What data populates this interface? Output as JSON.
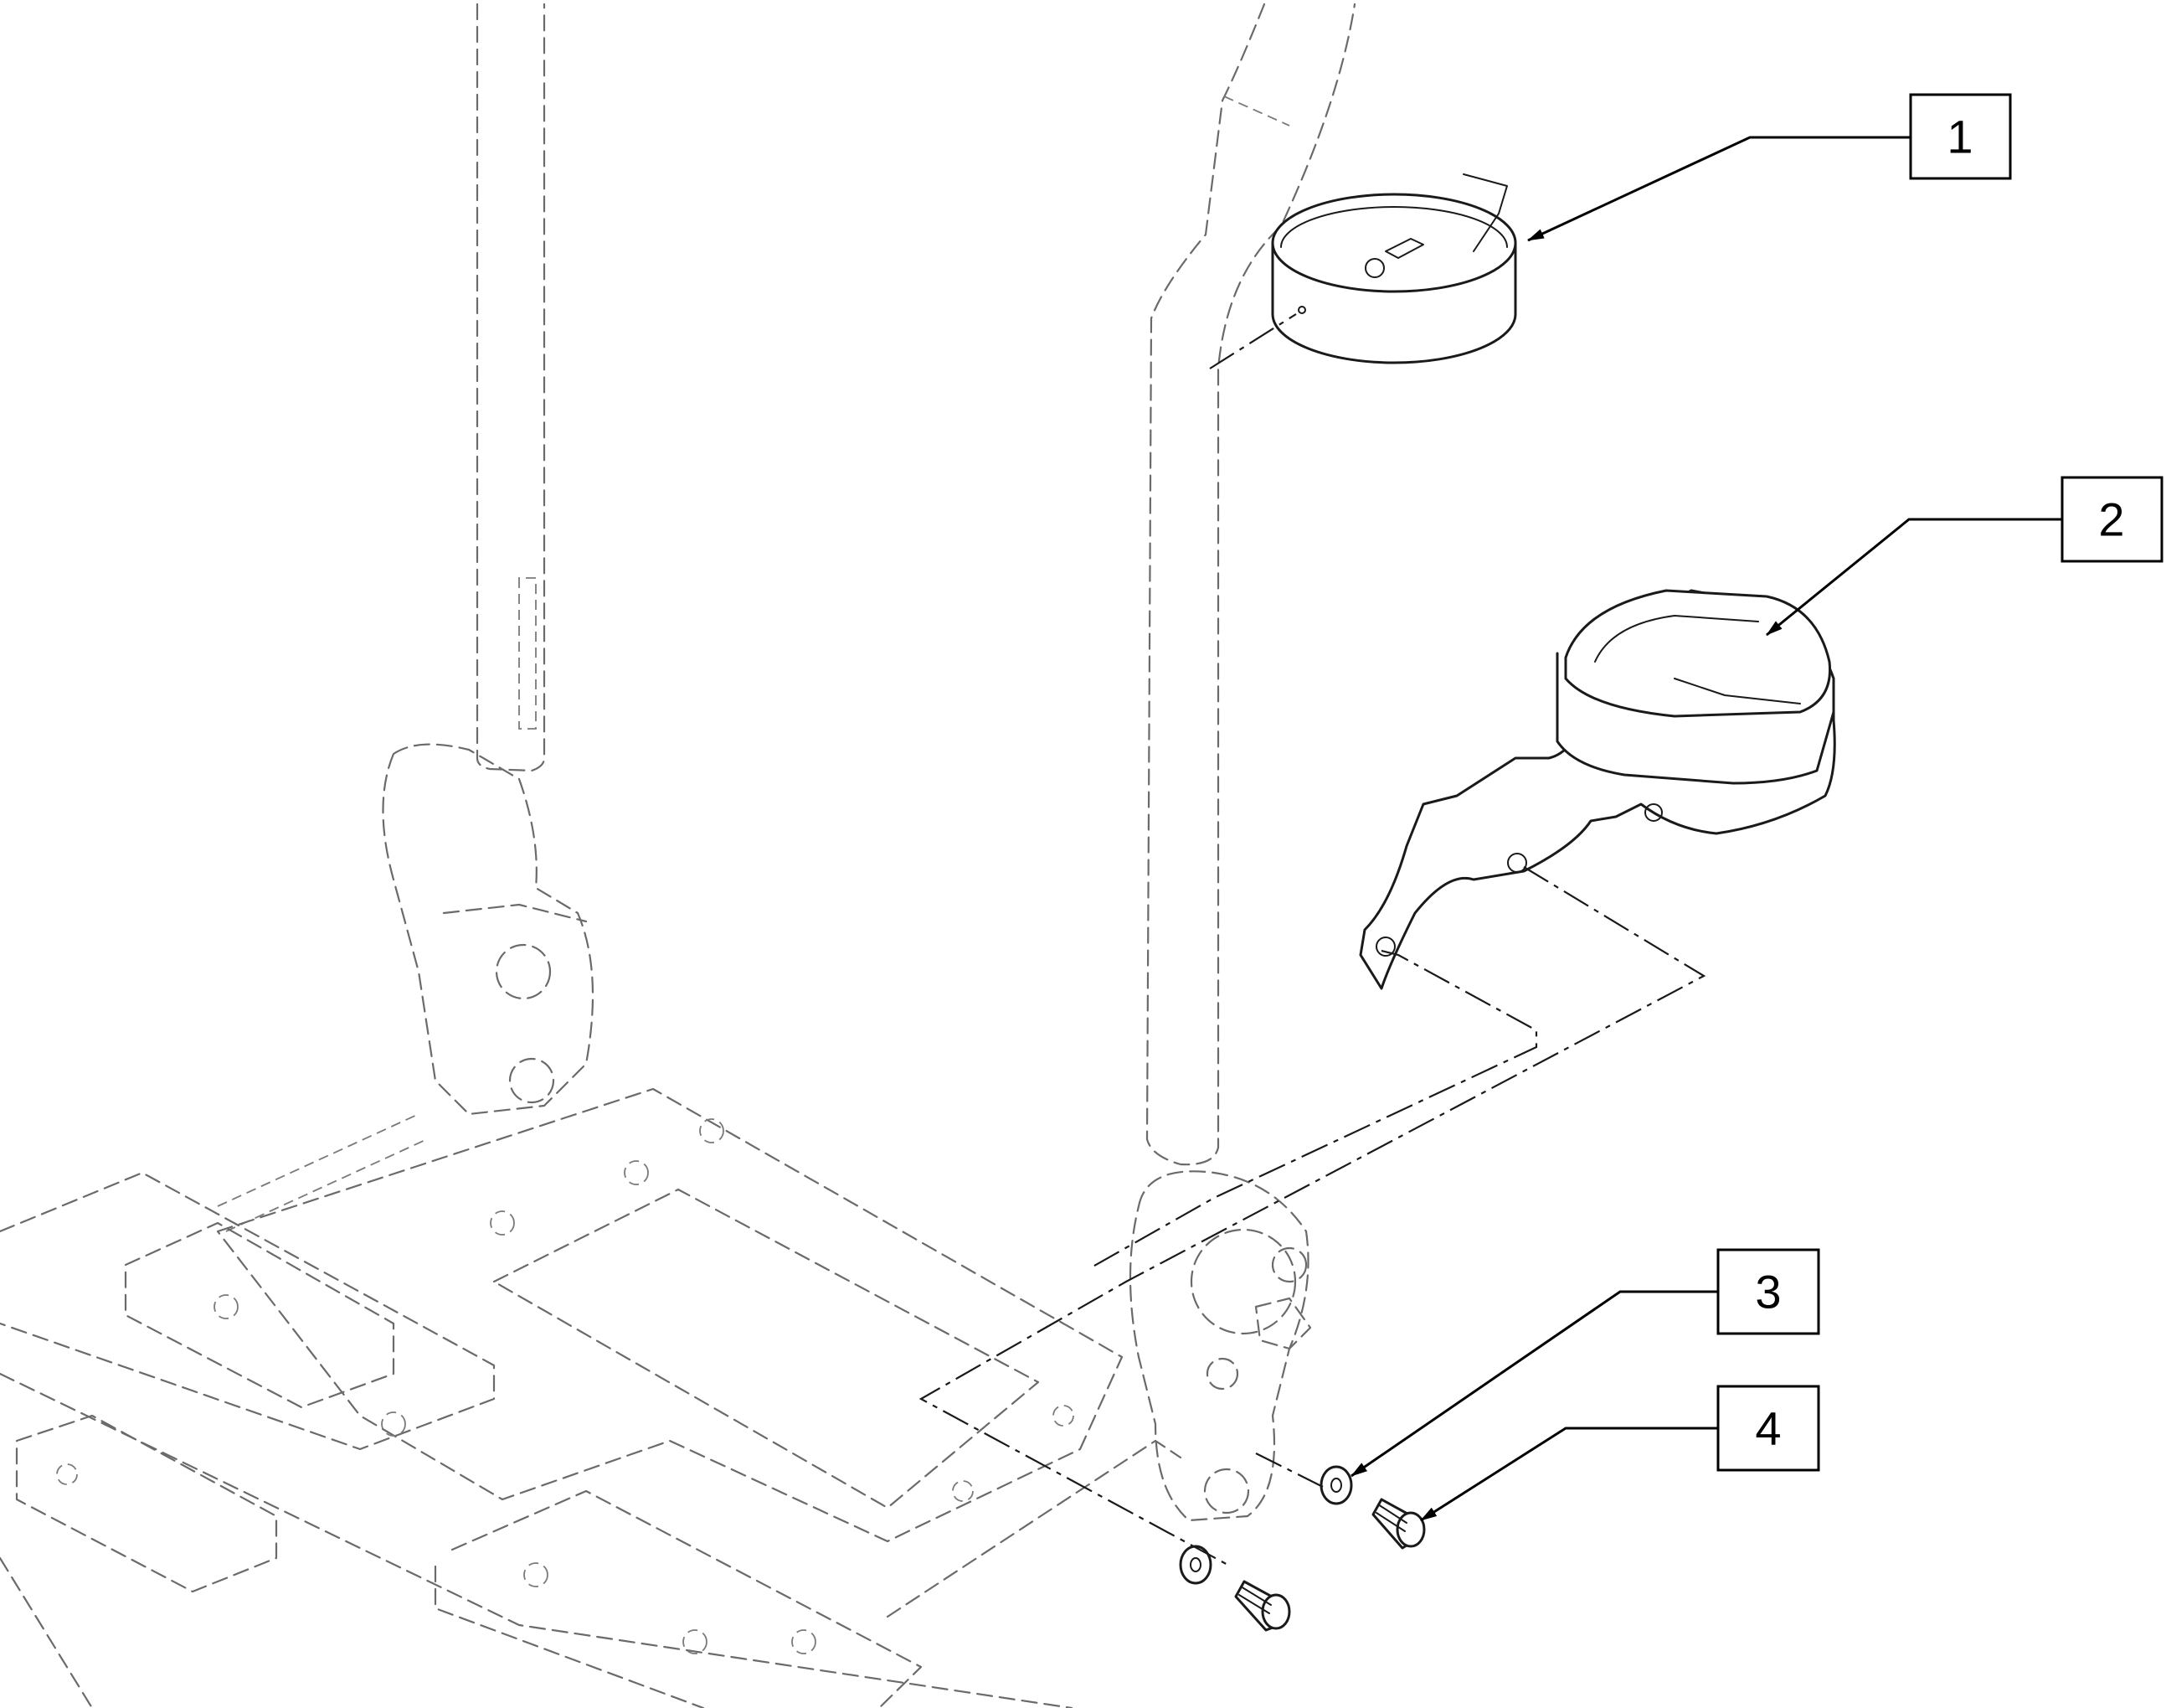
{
  "callouts": [
    {
      "number": "1"
    },
    {
      "number": "2"
    },
    {
      "number": "3"
    },
    {
      "number": "4"
    }
  ],
  "colors": {
    "line": "#1a1a1a",
    "phantom_frame": "#6a6a6a",
    "background": "#ffffff"
  }
}
